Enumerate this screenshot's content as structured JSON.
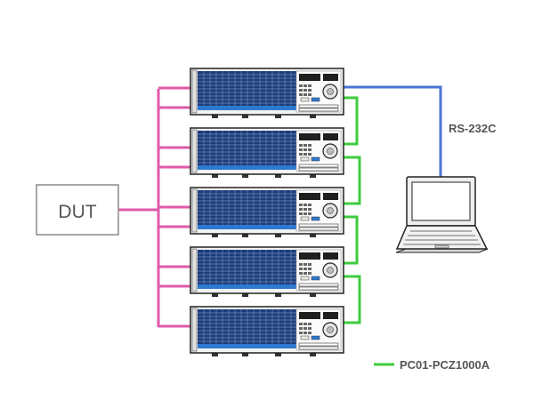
{
  "dut": {
    "label": "DUT"
  },
  "link": {
    "label": "RS-232C"
  },
  "legend": {
    "label": "PC01-PCZ1000A"
  },
  "units": {
    "count": 5
  },
  "colors": {
    "power_wire": "#e05aa8",
    "rs232_wire": "#4a74d4",
    "link_cable": "#3dcc3d",
    "unit_panel": "#1d3c7a",
    "unit_accent": "#2e7ad1",
    "unit_body": "#f3f3f3",
    "outline": "#222222",
    "dut_border": "#8a8a8a",
    "label_text": "#555555"
  },
  "icons": {
    "electronic-load": "rack electronic load unit",
    "laptop": "laptop computer"
  }
}
